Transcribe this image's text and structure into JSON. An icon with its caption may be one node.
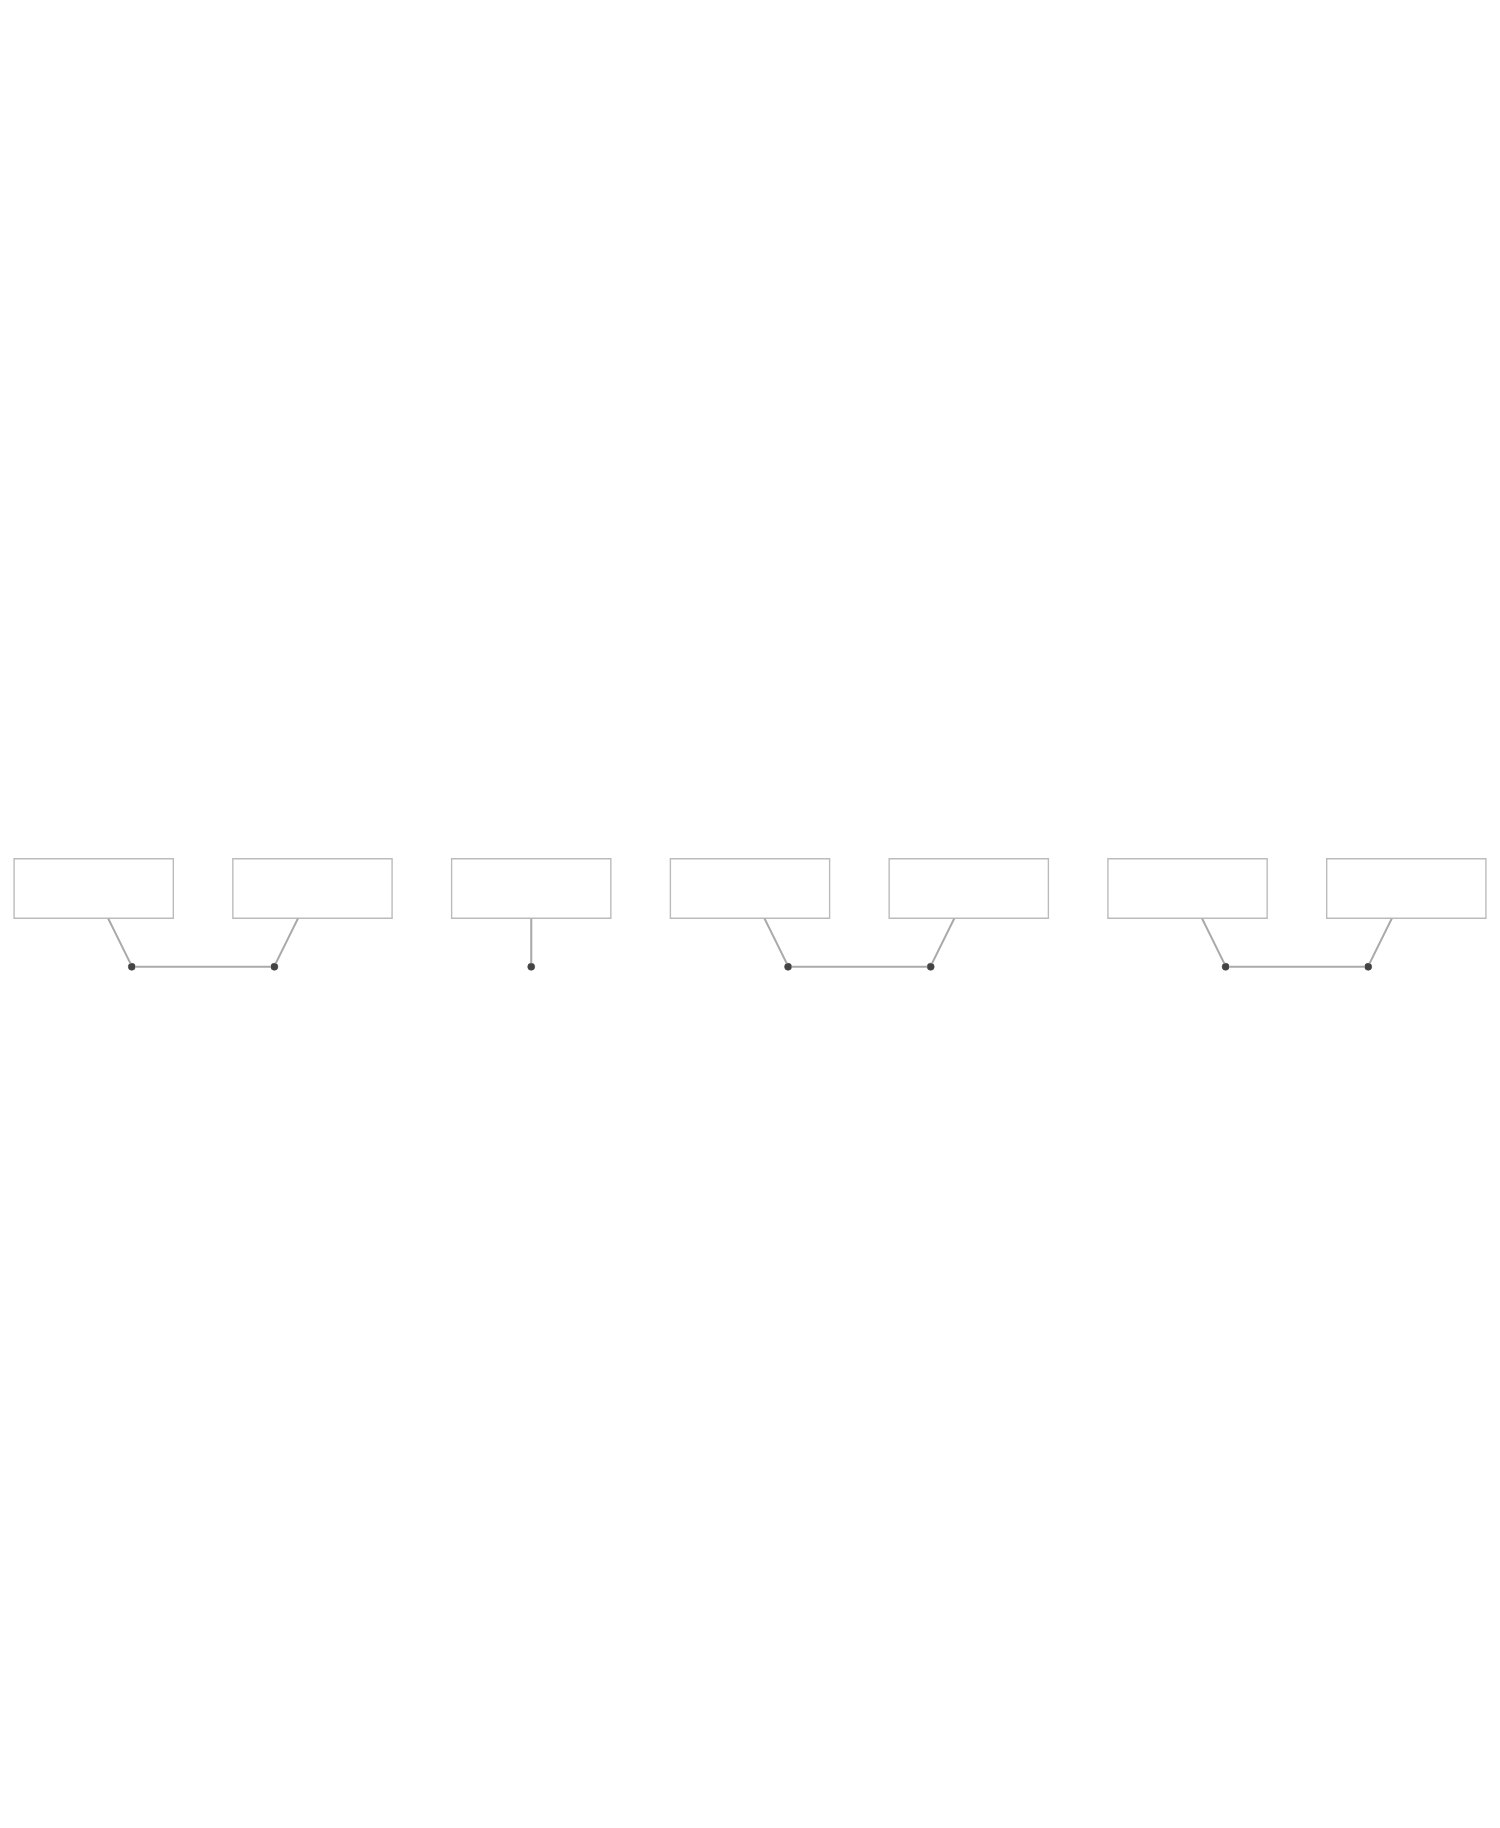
{
  "diagram": {
    "nodes": [
      {
        "text": [],
        "shape": "box"
      },
      {
        "text": [],
        "shape": "box"
      },
      {
        "text": [],
        "shape": "circle"
      },
      {
        "text": [],
        "shape": "circle"
      },
      {
        "text": [],
        "shape": "box"
      },
      {
        "text": [],
        "shape": "circle"
      },
      {
        "text": [],
        "shape": "box"
      },
      {
        "text": [],
        "shape": "box"
      },
      {
        "text": [],
        "shape": "circle"
      },
      {
        "text": [],
        "shape": "circle"
      },
      {
        "text": [],
        "shape": "box"
      },
      {
        "text": [],
        "shape": "box"
      },
      {
        "text": [],
        "shape": "circle"
      },
      {
        "text": [],
        "shape": "circle"
      }
    ],
    "edges": [
      {
        "from": 0,
        "to": 2,
        "arrow": "none"
      },
      {
        "from": 1,
        "to": 3,
        "arrow": "none"
      },
      {
        "from": 2,
        "to": 3,
        "arrow": "none"
      },
      {
        "from": 4,
        "to": 5,
        "arrow": "none"
      },
      {
        "from": 6,
        "to": 8,
        "arrow": "none"
      },
      {
        "from": 7,
        "to": 9,
        "arrow": "none"
      },
      {
        "from": 8,
        "to": 9,
        "arrow": "none"
      },
      {
        "from": 10,
        "to": 12,
        "arrow": "none"
      },
      {
        "from": 11,
        "to": 13,
        "arrow": "none"
      },
      {
        "from": 12,
        "to": 13,
        "arrow": "none"
      }
    ]
  }
}
